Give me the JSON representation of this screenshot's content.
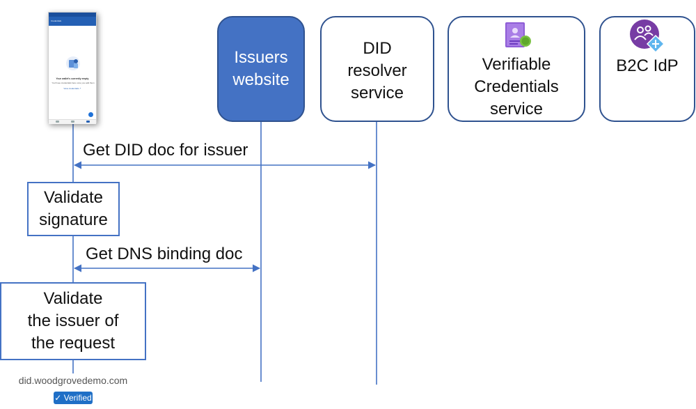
{
  "participants": {
    "issuer": "Issuers\nwebsite",
    "did_resolver": "DID\nresolver\nservice",
    "vc_service": "Verifiable\nCredentials\nservice",
    "b2c": "B2C IdP"
  },
  "messages": {
    "get_did_doc": "Get DID doc for issuer",
    "get_dns_binding": "Get DNS binding doc"
  },
  "steps": {
    "validate_signature": "Validate\nsignature",
    "validate_issuer": "Validate\nthe issuer of\nthe request"
  },
  "domain": "did.woodgrovedemo.com",
  "verified_badge": "✓ Verified",
  "phone": {
    "app_title": "Credentials",
    "empty_title": "Your wallet's currently empty",
    "empty_text": "You'll see credentials here once you add them",
    "link": "View credentials ↗"
  },
  "colors": {
    "accent": "#4472c4",
    "box_border": "#2f528f",
    "badge": "#1f6fc6"
  },
  "icons": [
    "credential-card-icon",
    "b2c-idp-icon",
    "mobile-wallet-app"
  ]
}
